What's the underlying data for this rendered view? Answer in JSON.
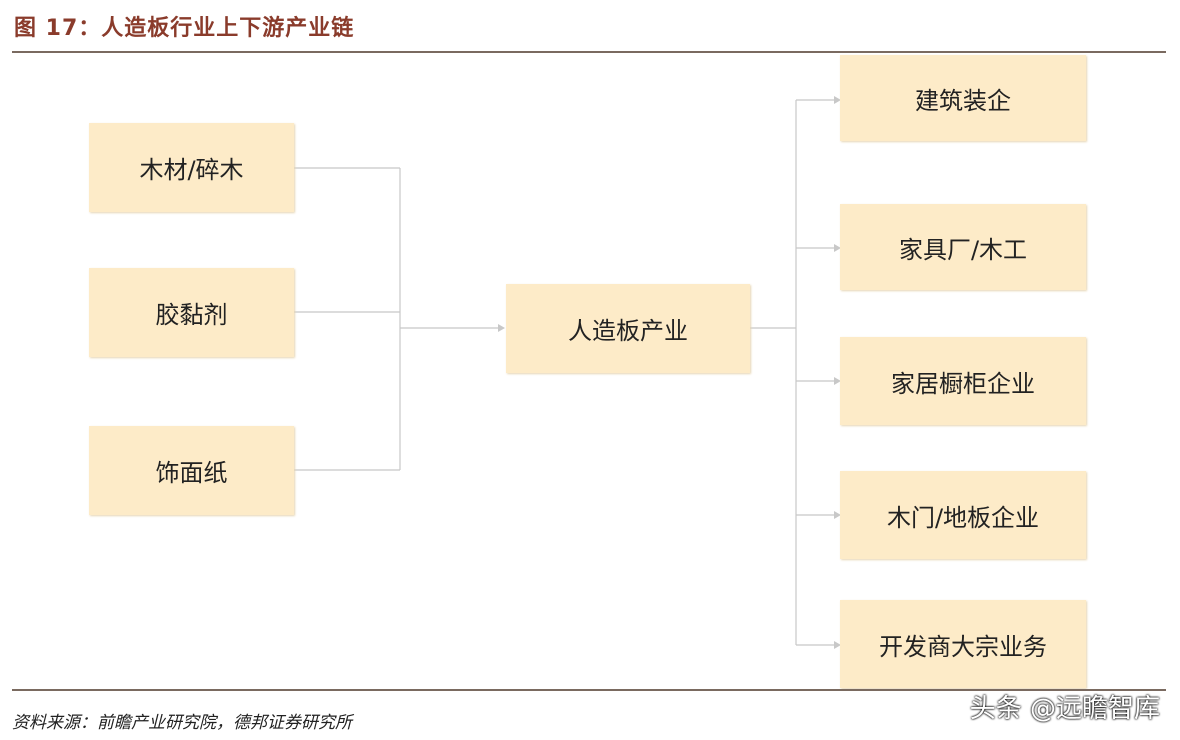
{
  "title": "图 17：人造板行业上下游产业链",
  "upstream": [
    "木材/碎木",
    "胶黏剂",
    "饰面纸"
  ],
  "center": "人造板产业",
  "downstream": [
    "建筑装企",
    "家具厂/木工",
    "家居橱柜企业",
    "木门/地板企业",
    "开发商大宗业务"
  ],
  "source": "资料来源：前瞻产业研究院，德邦证券研究所",
  "watermark": "头条 @远瞻智库",
  "colors": {
    "box": "#fdebc8",
    "title": "#8a3b2b",
    "line": "#c8c8c8"
  }
}
